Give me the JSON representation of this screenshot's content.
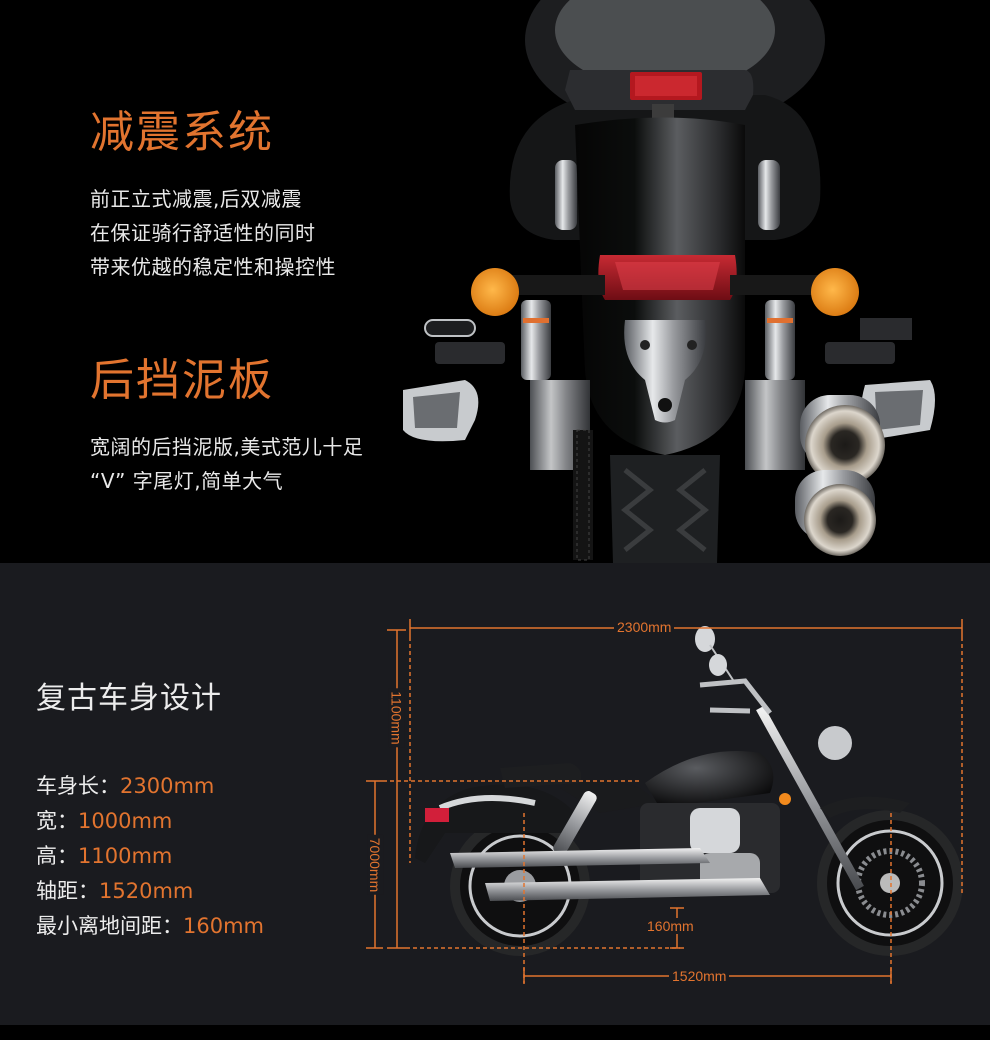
{
  "colors": {
    "accent": "#e2742f",
    "top_background": "#000000",
    "bottom_background": "#1a1b1f",
    "text": "#e9e9e9"
  },
  "features": [
    {
      "title": "减震系统",
      "lines": [
        "前正立式减震,后双减震",
        "在保证骑行舒适性的同时",
        "带来优越的稳定性和操控性"
      ]
    },
    {
      "title": "后挡泥板",
      "lines": [
        "宽阔的后挡泥版,美式范儿十足",
        "“V” 字尾灯,简单大气"
      ]
    }
  ],
  "body_design": {
    "title": "复古车身设计",
    "specs": [
      {
        "label": "车身长：",
        "value": "2300mm"
      },
      {
        "label": "宽：",
        "value": "1000mm"
      },
      {
        "label": "高：",
        "value": "1100mm"
      },
      {
        "label": "轴距：",
        "value": "1520mm"
      },
      {
        "label": "最小离地间距：",
        "value": "160mm"
      }
    ]
  },
  "diagram": {
    "length_label": "2300mm",
    "height_label": "1100mm",
    "seat_height_label": "7000mm",
    "ground_clearance_label": "160mm",
    "wheelbase_label": "1520mm"
  }
}
